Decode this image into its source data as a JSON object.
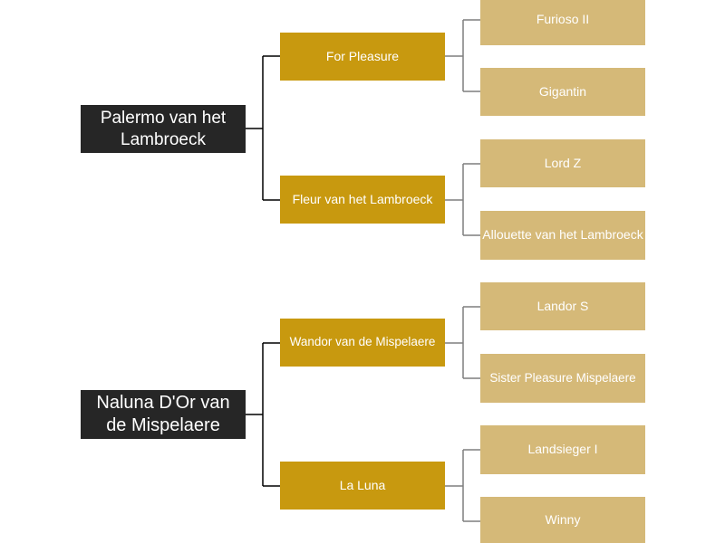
{
  "pedigree": {
    "roots": [
      {
        "name": "Palermo van het Lambroeck",
        "parents": [
          {
            "name": "For Pleasure",
            "parents": [
              "Furioso II",
              "Gigantin"
            ]
          },
          {
            "name": "Fleur van het Lambroeck",
            "parents": [
              "Lord Z",
              "Allouette van het Lambroeck"
            ]
          }
        ]
      },
      {
        "name": "Naluna D'Or van de Mispelaere",
        "parents": [
          {
            "name": "Wandor van de Mispelaere",
            "parents": [
              "Landor S",
              "Sister Pleasure Mispelaere"
            ]
          },
          {
            "name": "La Luna",
            "parents": [
              "Landsieger I",
              "Winny"
            ]
          }
        ]
      }
    ]
  }
}
